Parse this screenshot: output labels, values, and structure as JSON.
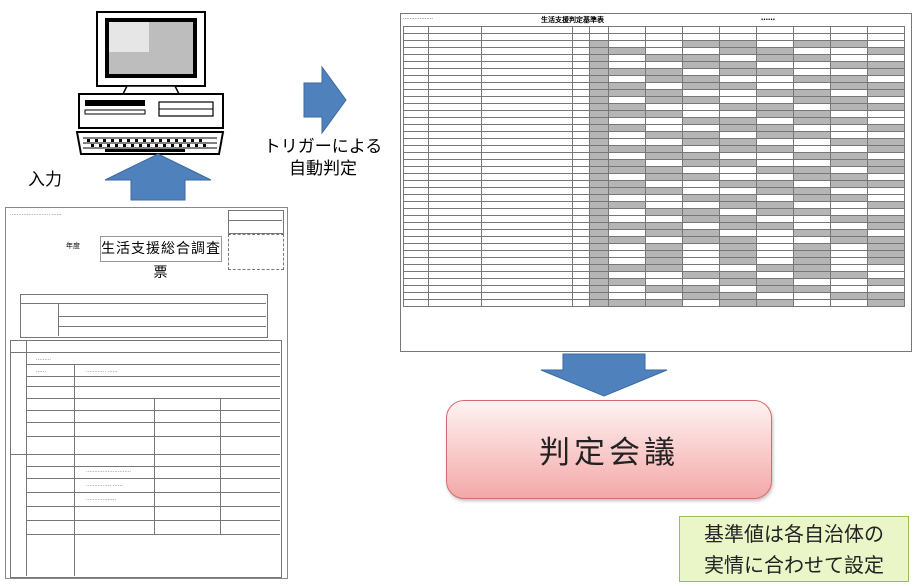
{
  "labels": {
    "input": "入力",
    "trigger_line1": "トリガーによる",
    "trigger_line2": "自動判定",
    "meeting": "判定会議",
    "note_line1": "基準値は各自治体の",
    "note_line2": "実情に合わせて設定"
  },
  "form": {
    "title": "生活支援総合調査票",
    "year_label": "年度"
  },
  "sheet": {
    "title": "生活支援判定基準表"
  },
  "colors": {
    "arrow_blue": "#4f81bd",
    "meeting_fill": "#f4a8a8",
    "note_fill": "#eaf5c8",
    "sheet_gray": "#b5b5b5"
  },
  "icons": {
    "computer": "computer-icon"
  }
}
